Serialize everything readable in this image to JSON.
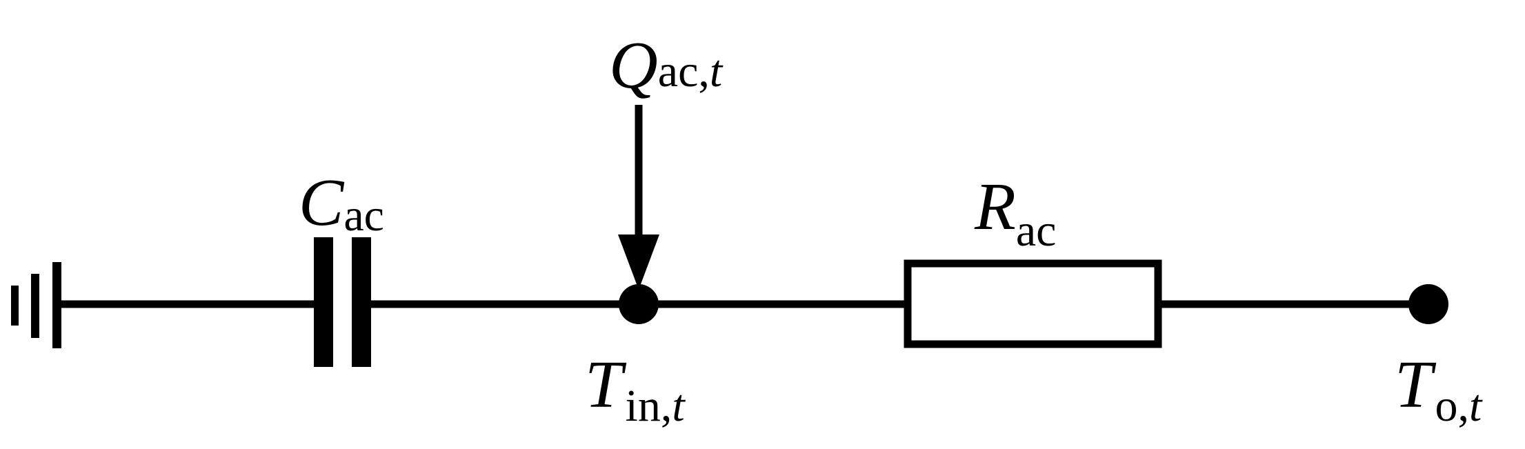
{
  "colors": {
    "stroke": "#000000",
    "background": "#ffffff"
  },
  "components": {
    "ground": {
      "icon": "ground-icon"
    },
    "capacitor": {
      "icon": "capacitor-icon",
      "symbol": "C",
      "subscript": "ac"
    },
    "heat_input": {
      "icon": "arrow-down-icon",
      "symbol": "Q",
      "subscript": "ac,",
      "subscript_var": "t"
    },
    "node_in": {
      "icon": "node-dot-icon",
      "symbol": "T",
      "subscript": "in,",
      "subscript_var": "t"
    },
    "resistor": {
      "icon": "resistor-icon",
      "symbol": "R",
      "subscript": "ac"
    },
    "node_out": {
      "icon": "node-dot-icon",
      "symbol": "T",
      "subscript": "o,",
      "subscript_var": "t"
    }
  }
}
